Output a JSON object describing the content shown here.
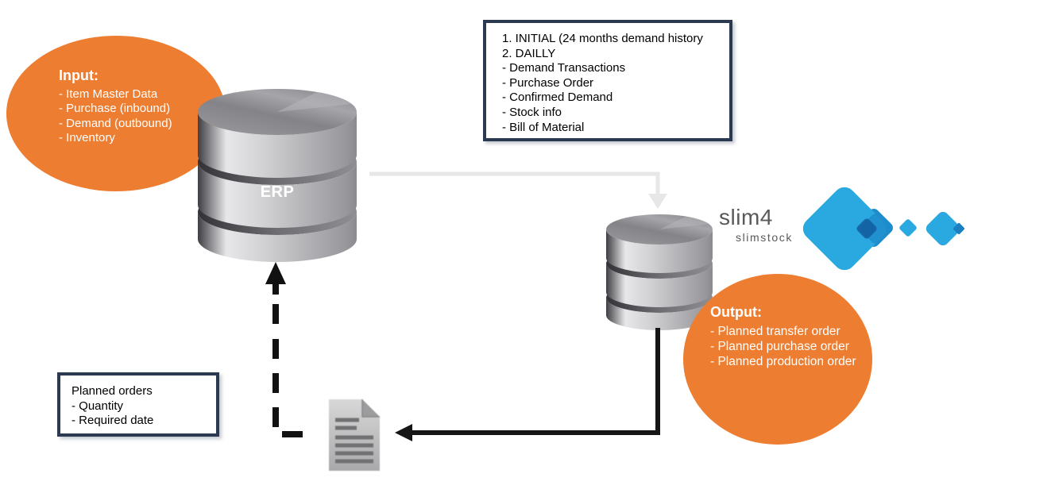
{
  "input_bubble": {
    "title": "Input:",
    "items": [
      "- Item Master Data",
      "- Purchase (inbound)",
      "- Demand (outbound)",
      "- Inventory"
    ]
  },
  "erp": {
    "label": "ERP"
  },
  "interface_box": {
    "lines": [
      "1. INITIAL (24 months demand history",
      "2. DAILLY",
      "- Demand Transactions",
      "- Purchase Order",
      "- Confirmed Demand",
      "- Stock info",
      "- Bill of Material"
    ]
  },
  "logo": {
    "name": "slim4",
    "sub": "slimstock"
  },
  "output_bubble": {
    "title": "Output:",
    "items": [
      "- Planned transfer order",
      "- Planned purchase order",
      "- Planned production order"
    ]
  },
  "planned_orders_box": {
    "lines": [
      "Planned orders",
      "- Quantity",
      "- Required date"
    ]
  },
  "colors": {
    "bubble_orange": "#ED7D31",
    "box_border_navy": "#2B3A50",
    "flow_arrow_light_gray": "#E7E7E7",
    "flow_arrow_black": "#161616",
    "logo_blue": "#29A9E0",
    "logo_blue_mid": "#1F8CCB",
    "logo_blue_dark": "#135FA0",
    "logo_text_gray": "#58595B",
    "cylinder_gray": "#B0B0B4"
  }
}
